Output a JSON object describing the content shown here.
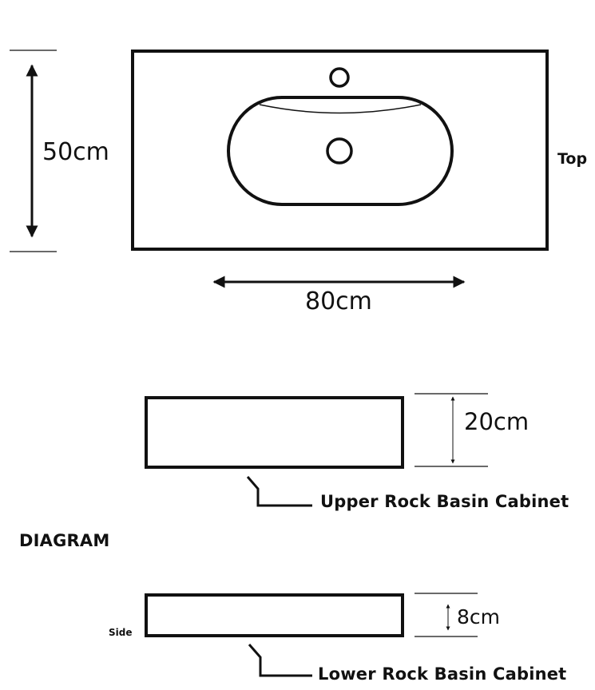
{
  "top_view": {
    "view_label": "Top",
    "height_label": "50cm",
    "width_label": "80cm"
  },
  "upper_cabinet": {
    "height_label": "20cm",
    "name": "Upper Rock Basin Cabinet"
  },
  "diagram_label": "DIAGRAM",
  "lower_cabinet": {
    "view_label": "Side",
    "height_label": "8cm",
    "name": "Lower Rock Basin Cabinet"
  }
}
